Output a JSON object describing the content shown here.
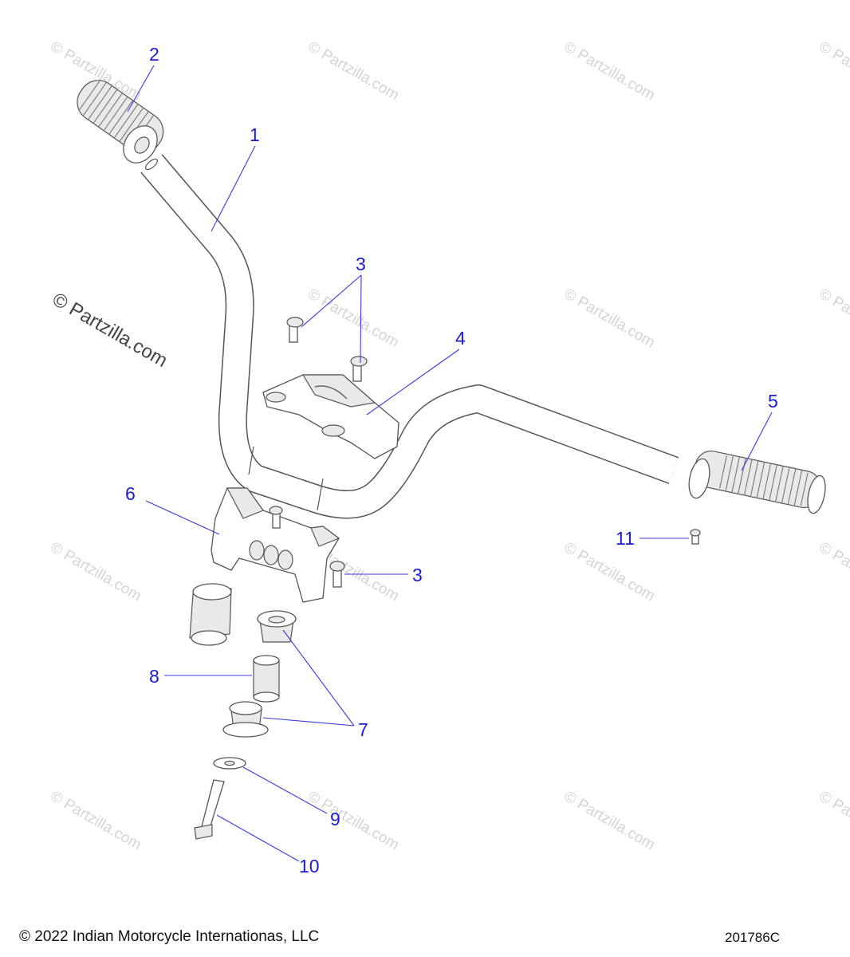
{
  "watermark": "© Partzilla.com",
  "callouts": {
    "c1": "1",
    "c2": "2",
    "c3a": "3",
    "c3b": "3",
    "c4": "4",
    "c5": "5",
    "c6": "6",
    "c7": "7",
    "c8": "8",
    "c9": "9",
    "c10": "10",
    "c11": "11"
  },
  "footer": {
    "copyright": "© 2022 Indian Motorcycle Internationas, LLC",
    "diagram_id": "201786C"
  },
  "colors": {
    "callout": "#1a1ad6",
    "line": "#3a3ae0",
    "outline": "#555555"
  }
}
